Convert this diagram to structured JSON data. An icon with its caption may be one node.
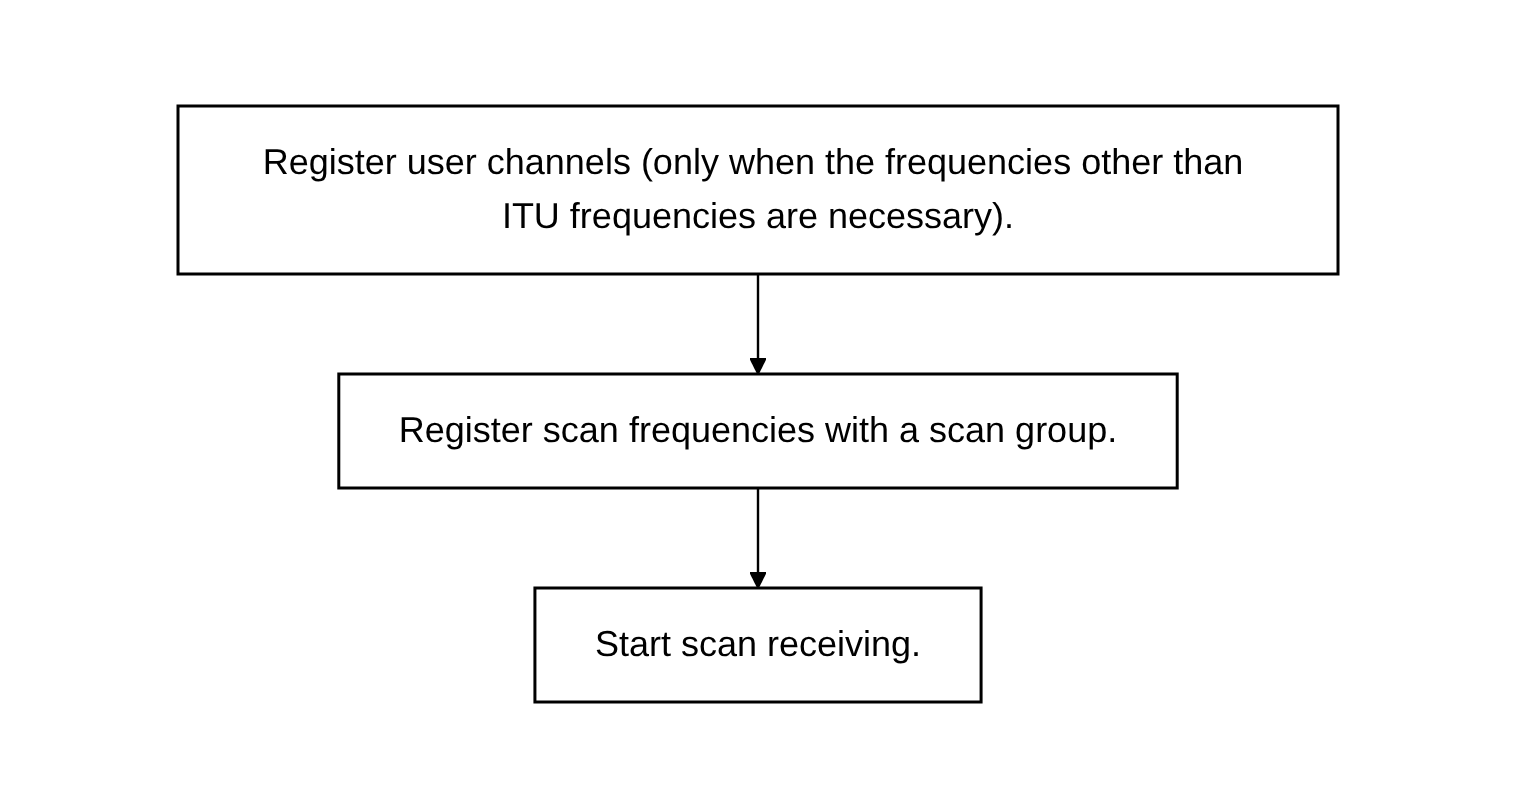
{
  "diagram": {
    "nodes": [
      {
        "text": [
          "Register user channels (only when the frequencies other than ITU frequencies are necessary)."
        ]
      },
      {
        "text": [
          "Register scan frequencies with a scan group."
        ]
      },
      {
        "text": [
          "Start scan receiving."
        ]
      }
    ],
    "edges": [
      {
        "from": 0,
        "to": 1,
        "arrow": "to"
      },
      {
        "from": 1,
        "to": 2,
        "arrow": "to"
      }
    ]
  }
}
